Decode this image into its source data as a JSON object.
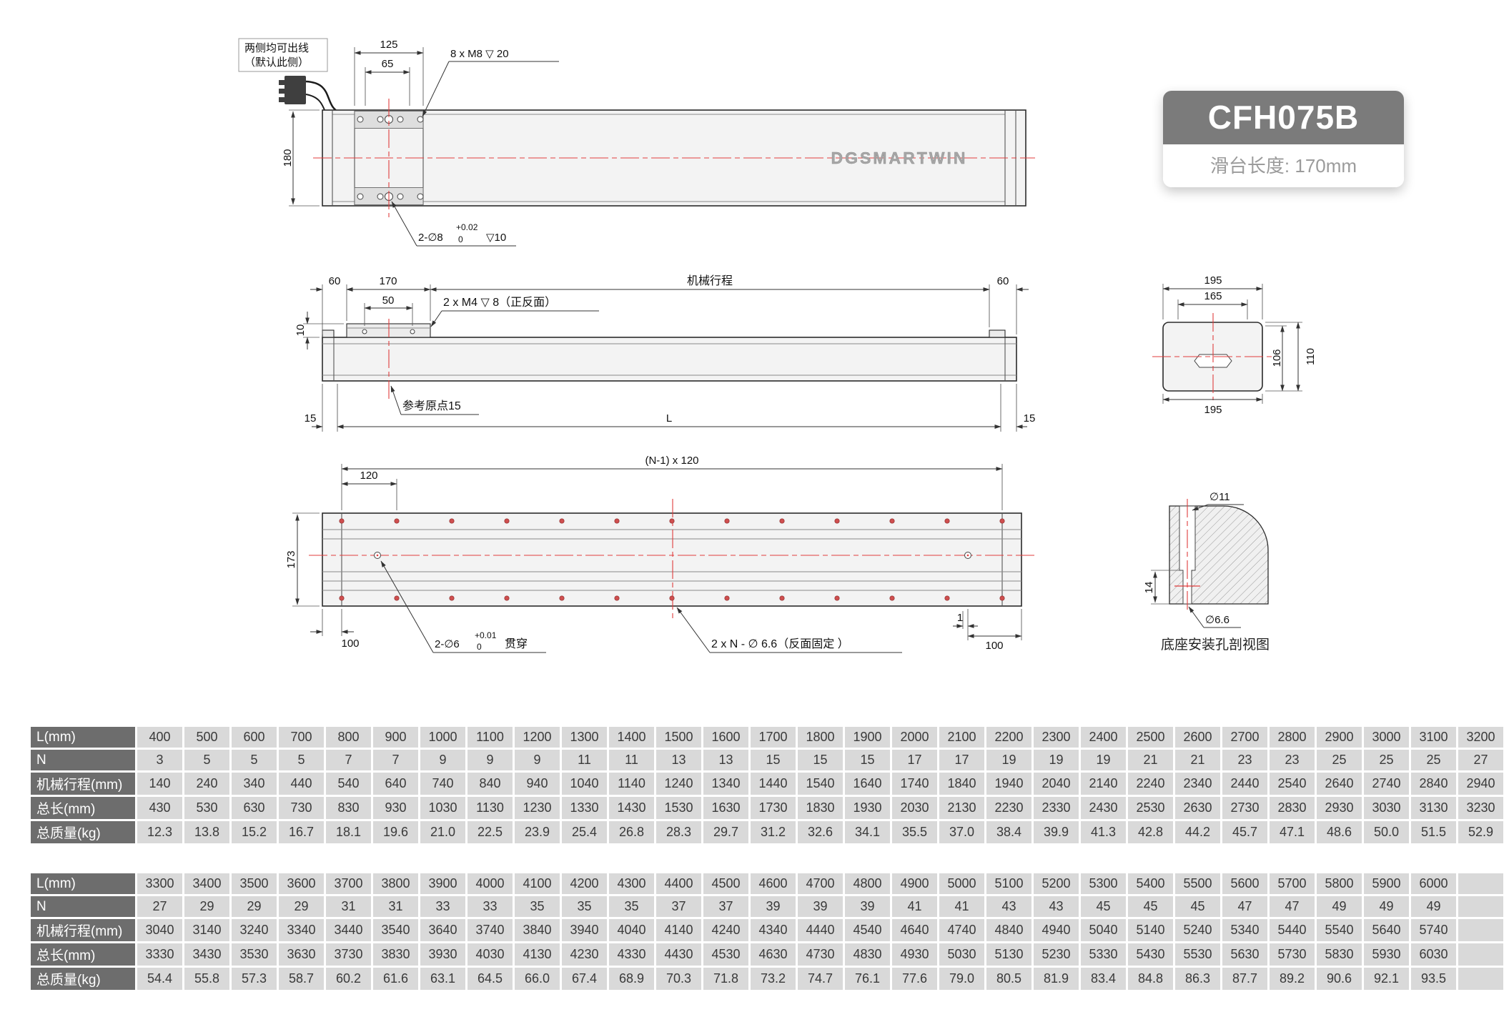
{
  "badge": {
    "model": "CFH075B",
    "subtitle": "滑台长度: 170mm"
  },
  "brand_mark": "DGSMARTWIN",
  "top_view": {
    "cable_note_line1": "两侧均可出线",
    "cable_note_line2": "（默认此侧）",
    "dim_125": "125",
    "dim_65": "65",
    "thread_label": "8 x M8 ▽ 20",
    "dim_180": "180",
    "pin_label": "2-∅8",
    "pin_tol_upper": "+0.02",
    "pin_tol_lower": "0",
    "pin_depth": "▽10"
  },
  "side_view": {
    "dim_60_left": "60",
    "dim_170": "170",
    "dim_50": "50",
    "m4_label": "2 x M4 ▽ 8（正反面）",
    "stroke_label": "机械行程",
    "dim_60_right": "60",
    "dim_10": "10",
    "dim_15_left": "15",
    "dim_L": "L",
    "dim_15_right": "15",
    "origin_label": "参考原点15"
  },
  "section_view": {
    "dim_195_top": "195",
    "dim_165": "165",
    "dim_106": "106",
    "dim_110": "110",
    "dim_195_bottom": "195"
  },
  "bottom_view": {
    "pitch_label": "(N-1) x 120",
    "dim_120": "120",
    "dim_173": "173",
    "dim_100_left": "100",
    "dim_1": "1",
    "dim_100_right": "100",
    "pin_label": "2-∅6",
    "pin_tol_upper": "+0.01",
    "pin_tol_lower": "0",
    "pin_suffix": "贯穿",
    "holes_label": "2 x N - ∅ 6.6（反面固定 ）"
  },
  "detail_view": {
    "dim_d11": "∅11",
    "dim_14": "14",
    "dim_d66": "∅6.6",
    "caption": "底座安装孔剖视图"
  },
  "table1": {
    "columns": 29,
    "rows": [
      {
        "header": "L(mm)",
        "values": [
          "400",
          "500",
          "600",
          "700",
          "800",
          "900",
          "1000",
          "1100",
          "1200",
          "1300",
          "1400",
          "1500",
          "1600",
          "1700",
          "1800",
          "1900",
          "2000",
          "2100",
          "2200",
          "2300",
          "2400",
          "2500",
          "2600",
          "2700",
          "2800",
          "2900",
          "3000",
          "3100",
          "3200"
        ]
      },
      {
        "header": "N",
        "values": [
          "3",
          "5",
          "5",
          "5",
          "7",
          "7",
          "9",
          "9",
          "9",
          "11",
          "11",
          "13",
          "13",
          "15",
          "15",
          "15",
          "17",
          "17",
          "19",
          "19",
          "19",
          "21",
          "21",
          "23",
          "23",
          "25",
          "25",
          "25",
          "27"
        ]
      },
      {
        "header": "机械行程(mm)",
        "values": [
          "140",
          "240",
          "340",
          "440",
          "540",
          "640",
          "740",
          "840",
          "940",
          "1040",
          "1140",
          "1240",
          "1340",
          "1440",
          "1540",
          "1640",
          "1740",
          "1840",
          "1940",
          "2040",
          "2140",
          "2240",
          "2340",
          "2440",
          "2540",
          "2640",
          "2740",
          "2840",
          "2940"
        ]
      },
      {
        "header": "总长(mm)",
        "values": [
          "430",
          "530",
          "630",
          "730",
          "830",
          "930",
          "1030",
          "1130",
          "1230",
          "1330",
          "1430",
          "1530",
          "1630",
          "1730",
          "1830",
          "1930",
          "2030",
          "2130",
          "2230",
          "2330",
          "2430",
          "2530",
          "2630",
          "2730",
          "2830",
          "2930",
          "3030",
          "3130",
          "3230"
        ]
      },
      {
        "header": "总质量(kg)",
        "values": [
          "12.3",
          "13.8",
          "15.2",
          "16.7",
          "18.1",
          "19.6",
          "21.0",
          "22.5",
          "23.9",
          "25.4",
          "26.8",
          "28.3",
          "29.7",
          "31.2",
          "32.6",
          "34.1",
          "35.5",
          "37.0",
          "38.4",
          "39.9",
          "41.3",
          "42.8",
          "44.2",
          "45.7",
          "47.1",
          "48.6",
          "50.0",
          "51.5",
          "52.9"
        ]
      }
    ]
  },
  "table2": {
    "columns": 29,
    "rows": [
      {
        "header": "L(mm)",
        "values": [
          "3300",
          "3400",
          "3500",
          "3600",
          "3700",
          "3800",
          "3900",
          "4000",
          "4100",
          "4200",
          "4300",
          "4400",
          "4500",
          "4600",
          "4700",
          "4800",
          "4900",
          "5000",
          "5100",
          "5200",
          "5300",
          "5400",
          "5500",
          "5600",
          "5700",
          "5800",
          "5900",
          "6000"
        ]
      },
      {
        "header": "N",
        "values": [
          "27",
          "29",
          "29",
          "29",
          "31",
          "31",
          "33",
          "33",
          "35",
          "35",
          "35",
          "37",
          "37",
          "39",
          "39",
          "39",
          "41",
          "41",
          "43",
          "43",
          "45",
          "45",
          "45",
          "47",
          "47",
          "49",
          "49",
          "49"
        ]
      },
      {
        "header": "机械行程(mm)",
        "values": [
          "3040",
          "3140",
          "3240",
          "3340",
          "3440",
          "3540",
          "3640",
          "3740",
          "3840",
          "3940",
          "4040",
          "4140",
          "4240",
          "4340",
          "4440",
          "4540",
          "4640",
          "4740",
          "4840",
          "4940",
          "5040",
          "5140",
          "5240",
          "5340",
          "5440",
          "5540",
          "5640",
          "5740"
        ]
      },
      {
        "header": "总长(mm)",
        "values": [
          "3330",
          "3430",
          "3530",
          "3630",
          "3730",
          "3830",
          "3930",
          "4030",
          "4130",
          "4230",
          "4330",
          "4430",
          "4530",
          "4630",
          "4730",
          "4830",
          "4930",
          "5030",
          "5130",
          "5230",
          "5330",
          "5430",
          "5530",
          "5630",
          "5730",
          "5830",
          "5930",
          "6030"
        ]
      },
      {
        "header": "总质量(kg)",
        "values": [
          "54.4",
          "55.8",
          "57.3",
          "58.7",
          "60.2",
          "61.6",
          "63.1",
          "64.5",
          "66.0",
          "67.4",
          "68.9",
          "70.3",
          "71.8",
          "73.2",
          "74.7",
          "76.1",
          "77.6",
          "79.0",
          "80.5",
          "81.9",
          "83.4",
          "84.8",
          "86.3",
          "87.7",
          "89.2",
          "90.6",
          "92.1",
          "93.5"
        ]
      }
    ]
  }
}
